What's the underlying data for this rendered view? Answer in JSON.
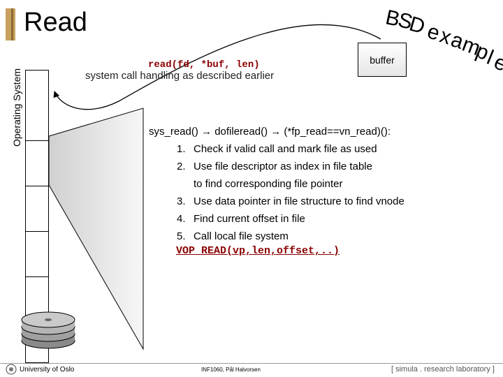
{
  "slide": {
    "title": "Read",
    "side_label": "Operating System",
    "stamp": [
      "B",
      "S",
      "D",
      "e",
      "x",
      "a",
      "m",
      "p",
      "l",
      "e"
    ]
  },
  "buffer": {
    "label": "buffer"
  },
  "syscall": {
    "call": "read(fd, *buf, len)",
    "note": "system call handling as described earlier"
  },
  "steps": {
    "heading": "sys_read() → dofileread() → (*fp_read==vn_read)():",
    "items": [
      {
        "num": "1.",
        "text": "Check if valid call and mark file as used"
      },
      {
        "num": "2.",
        "text": "Use file descriptor as index in file table"
      },
      {
        "num": "",
        "text": "to find corresponding file pointer"
      },
      {
        "num": "3.",
        "text": "Use data pointer in file structure to find vnode"
      },
      {
        "num": "4.",
        "text": "Find current offset in file"
      },
      {
        "num": "5.",
        "text": "Call local file system"
      }
    ],
    "vop": "VOP_READ(vp,len,offset,..)"
  },
  "footer": {
    "left": "University of Oslo",
    "middle": "INF1060, Pål Halvorsen",
    "right": "[ simula . research laboratory ]"
  },
  "icons": {
    "arrow": "right-arrow-icon",
    "disk": "disk-stack-icon",
    "logo": "university-seal-icon"
  }
}
